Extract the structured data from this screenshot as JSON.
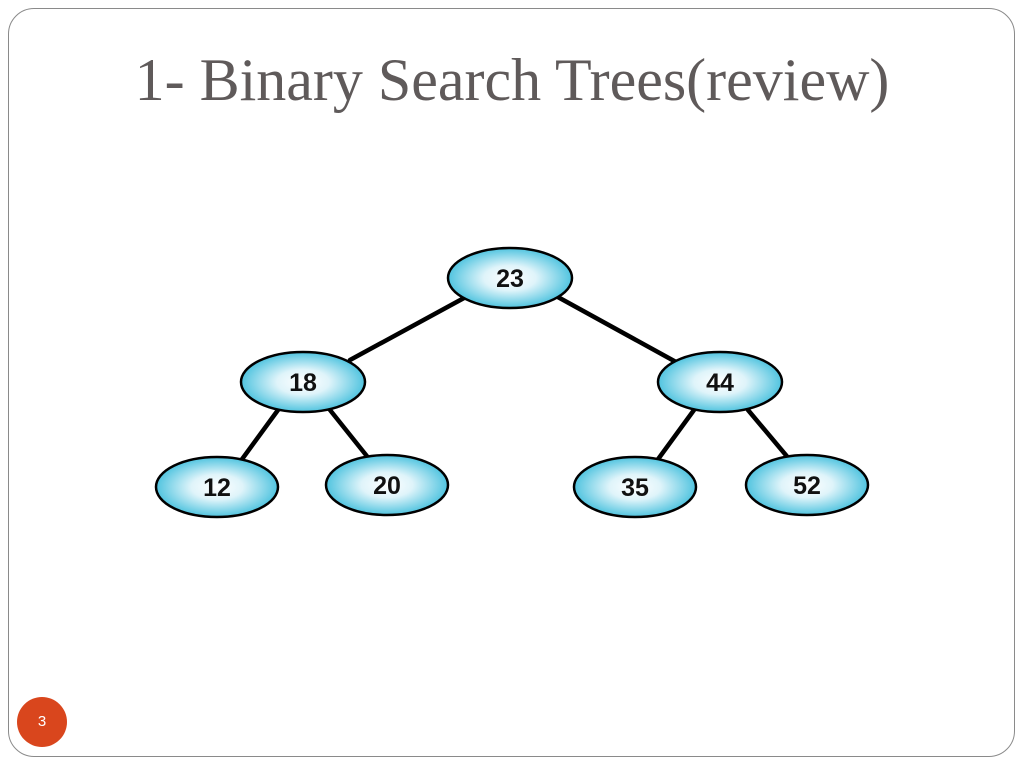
{
  "slide": {
    "title": "1- Binary Search Trees(review)",
    "page_number": "3"
  },
  "tree": {
    "root": "23",
    "left": "18",
    "right": "44",
    "left_left": "12",
    "left_right": "20",
    "right_left": "35",
    "right_right": "52"
  },
  "colors": {
    "node_fill_center": "#ffffff",
    "node_fill_edge": "#1fb3d6",
    "edge_stroke": "#000000",
    "title_color": "#5f5a5a",
    "page_badge": "#d9461d"
  }
}
